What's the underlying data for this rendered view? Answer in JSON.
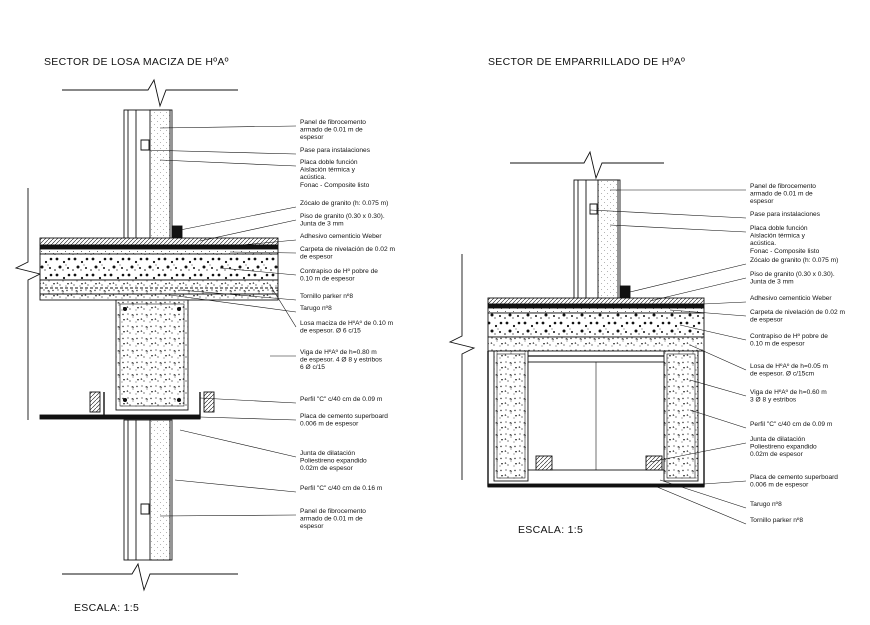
{
  "left": {
    "title": "SECTOR DE LOSA MACIZA DE HºAº",
    "scale": "ESCALA: 1:5",
    "labels": [
      [
        "Panel de fibrocemento",
        "armado de 0.01 m de",
        "espesor"
      ],
      [
        "Pase para instalaciones"
      ],
      [
        "Placa doble función",
        "Aislación térmica y",
        "acústica.",
        "Fonac - Composite listo"
      ],
      [
        "Zócalo de granito (h: 0.075 m)"
      ],
      [
        "Piso de granito (0.30 x 0.30).",
        "Junta de 3 mm"
      ],
      [
        "Adhesivo cementicio Weber"
      ],
      [
        "Carpeta de nivelación de 0.02 m",
        "de espesor"
      ],
      [
        "Contrapiso de Hº pobre de",
        "0.10 m de espesor"
      ],
      [
        "Tornillo parker nº8"
      ],
      [
        "Tarugo nº8"
      ],
      [
        "Losa maciza de HºAº de 0.10 m",
        "de espesor.  Ø 6 c/15"
      ],
      [
        "Viga de HºAº de  h=0.80 m",
        "de espesor.  4 Ø 8 y estribos",
        "6 Ø c/15"
      ],
      [
        "Perfil \"C\" c/40 cm de 0.09 m"
      ],
      [
        "Placa de cemento superboard",
        "0.006 m de espesor"
      ],
      [
        "Junta de dilatación",
        "Poliestireno expandido",
        "0.02m de espesor"
      ],
      [
        "Perfil \"C\" c/40 cm de 0.16 m"
      ],
      [
        "Panel de fibrocemento",
        "armado de 0.01 m de",
        "espesor"
      ]
    ]
  },
  "right": {
    "title": "SECTOR DE EMPARRILLADO DE HºAº",
    "scale": "ESCALA: 1:5",
    "labels": [
      [
        "Panel de fibrocemento",
        "armado de 0.01 m de",
        "espesor"
      ],
      [
        "Pase para instalaciones"
      ],
      [
        "Placa doble función",
        "Aislación térmica y",
        "acústica.",
        "Fonac - Composite listo"
      ],
      [
        "Zócalo de granito (h: 0.075 m)"
      ],
      [
        "Piso de granito (0.30 x 0.30).",
        "Junta de 3 mm"
      ],
      [
        "Adhesivo cementicio Weber"
      ],
      [
        "Carpeta de nivelación de 0.02 m",
        "de espesor"
      ],
      [
        "Contrapiso de Hº pobre de",
        "0.10 m de espesor"
      ],
      [
        "Losa de HºAº de h=0.05 m",
        "de espesor.    Ø c/15cm"
      ],
      [
        "Viga de HºAº de  h=0.60 m",
        "3 Ø 8 y estribos"
      ],
      [
        "Perfil \"C\" c/40 cm de 0.09 m"
      ],
      [
        "Junta de dilatación",
        "Poliestireno expandido",
        "0.02m de espesor"
      ],
      [
        "Placa de cemento superboard",
        "0.006 m de espesor"
      ],
      [
        "Tarugo nº8"
      ],
      [
        "Tornillo parker nº8"
      ]
    ]
  }
}
